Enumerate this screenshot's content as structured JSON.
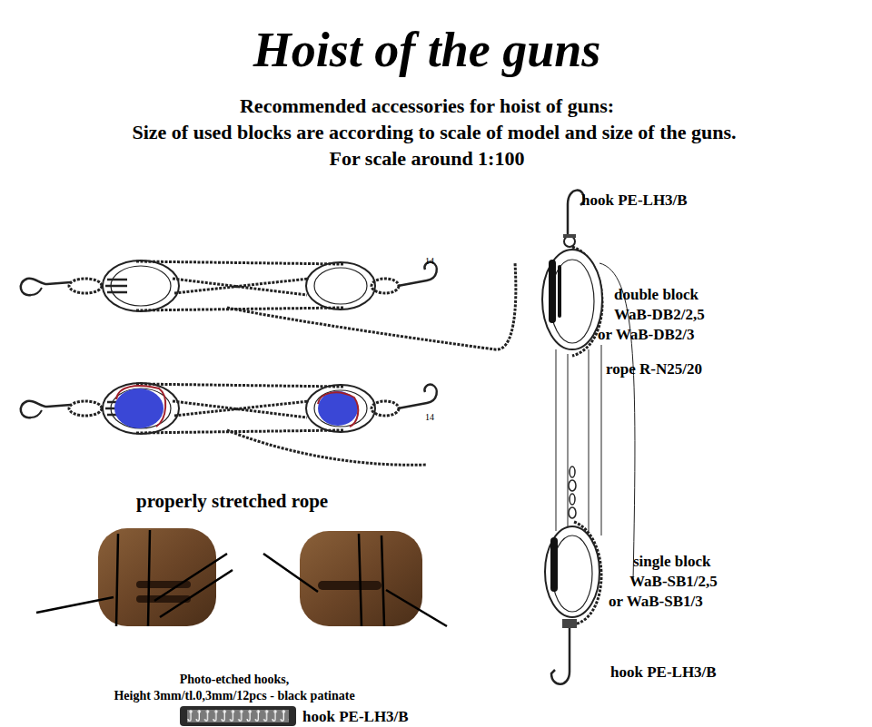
{
  "diagram": {
    "title": "Hoist of the guns",
    "labels": [
      "Recommended accessories for hoist of guns:",
      "Size of used blocks are according to scale of model and size of the guns.",
      "For scale around 1:100",
      "14",
      "14",
      "hook PE-LH3/B",
      "double block",
      "WaB-DB2/2,5",
      "or WaB-DB2/3",
      "rope R-N25/20",
      "single block",
      "WaB-SB1/2,5",
      "or WaB-SB1/3",
      "hook PE-LH3/B",
      "properly stretched rope",
      "Photo-etched hooks,",
      "Height 3mm/tl.0,3mm/12pcs - black patinate",
      "hook PE-LH3/B"
    ]
  }
}
